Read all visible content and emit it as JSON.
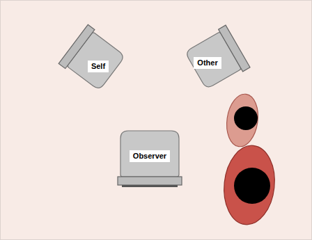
{
  "diagram": {
    "nodes": [
      {
        "text": [
          "Self"
        ]
      },
      {
        "text": [
          "Other"
        ]
      },
      {
        "text": [
          "Observer"
        ]
      }
    ]
  }
}
